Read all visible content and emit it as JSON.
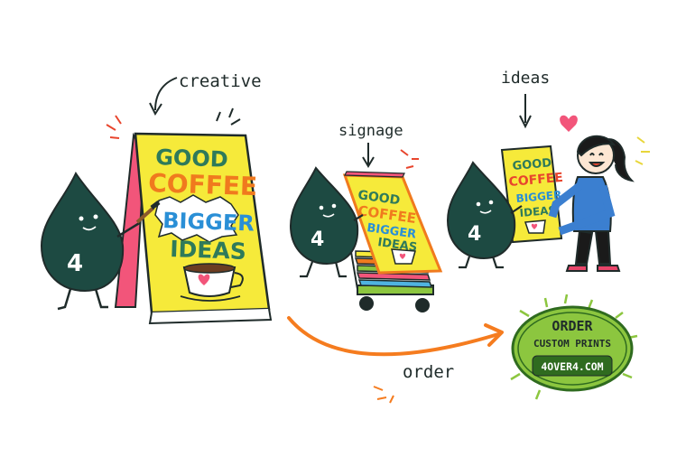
{
  "labels": {
    "creative": "creative",
    "signage": "signage",
    "ideas": "ideas",
    "order": "order"
  },
  "mascot": {
    "number": "4"
  },
  "poster": {
    "line1": "GOOD",
    "line2": "COFFEE",
    "line3": "BIGGER",
    "line4": "IDEAS"
  },
  "badge": {
    "line1": "ORDER",
    "line2": "CUSTOM PRINTS",
    "url": "4OVER4.COM"
  },
  "colors": {
    "mascot": "#1d4a42",
    "poster_yellow": "#f6ea3a",
    "poster_pink": "#f2557a",
    "text_orange": "#f07a1e",
    "text_red": "#e8452d",
    "text_blue": "#2a8fd6",
    "text_green": "#2f7a5a",
    "arrow_orange": "#f57c1f",
    "badge_green": "#8cc63f",
    "badge_dark": "#2f6b1f",
    "ink": "#1f2b2a"
  },
  "icons": {
    "coffee": "coffee-cup-icon",
    "heart": "heart-icon",
    "arrow": "curved-arrow-icon"
  }
}
